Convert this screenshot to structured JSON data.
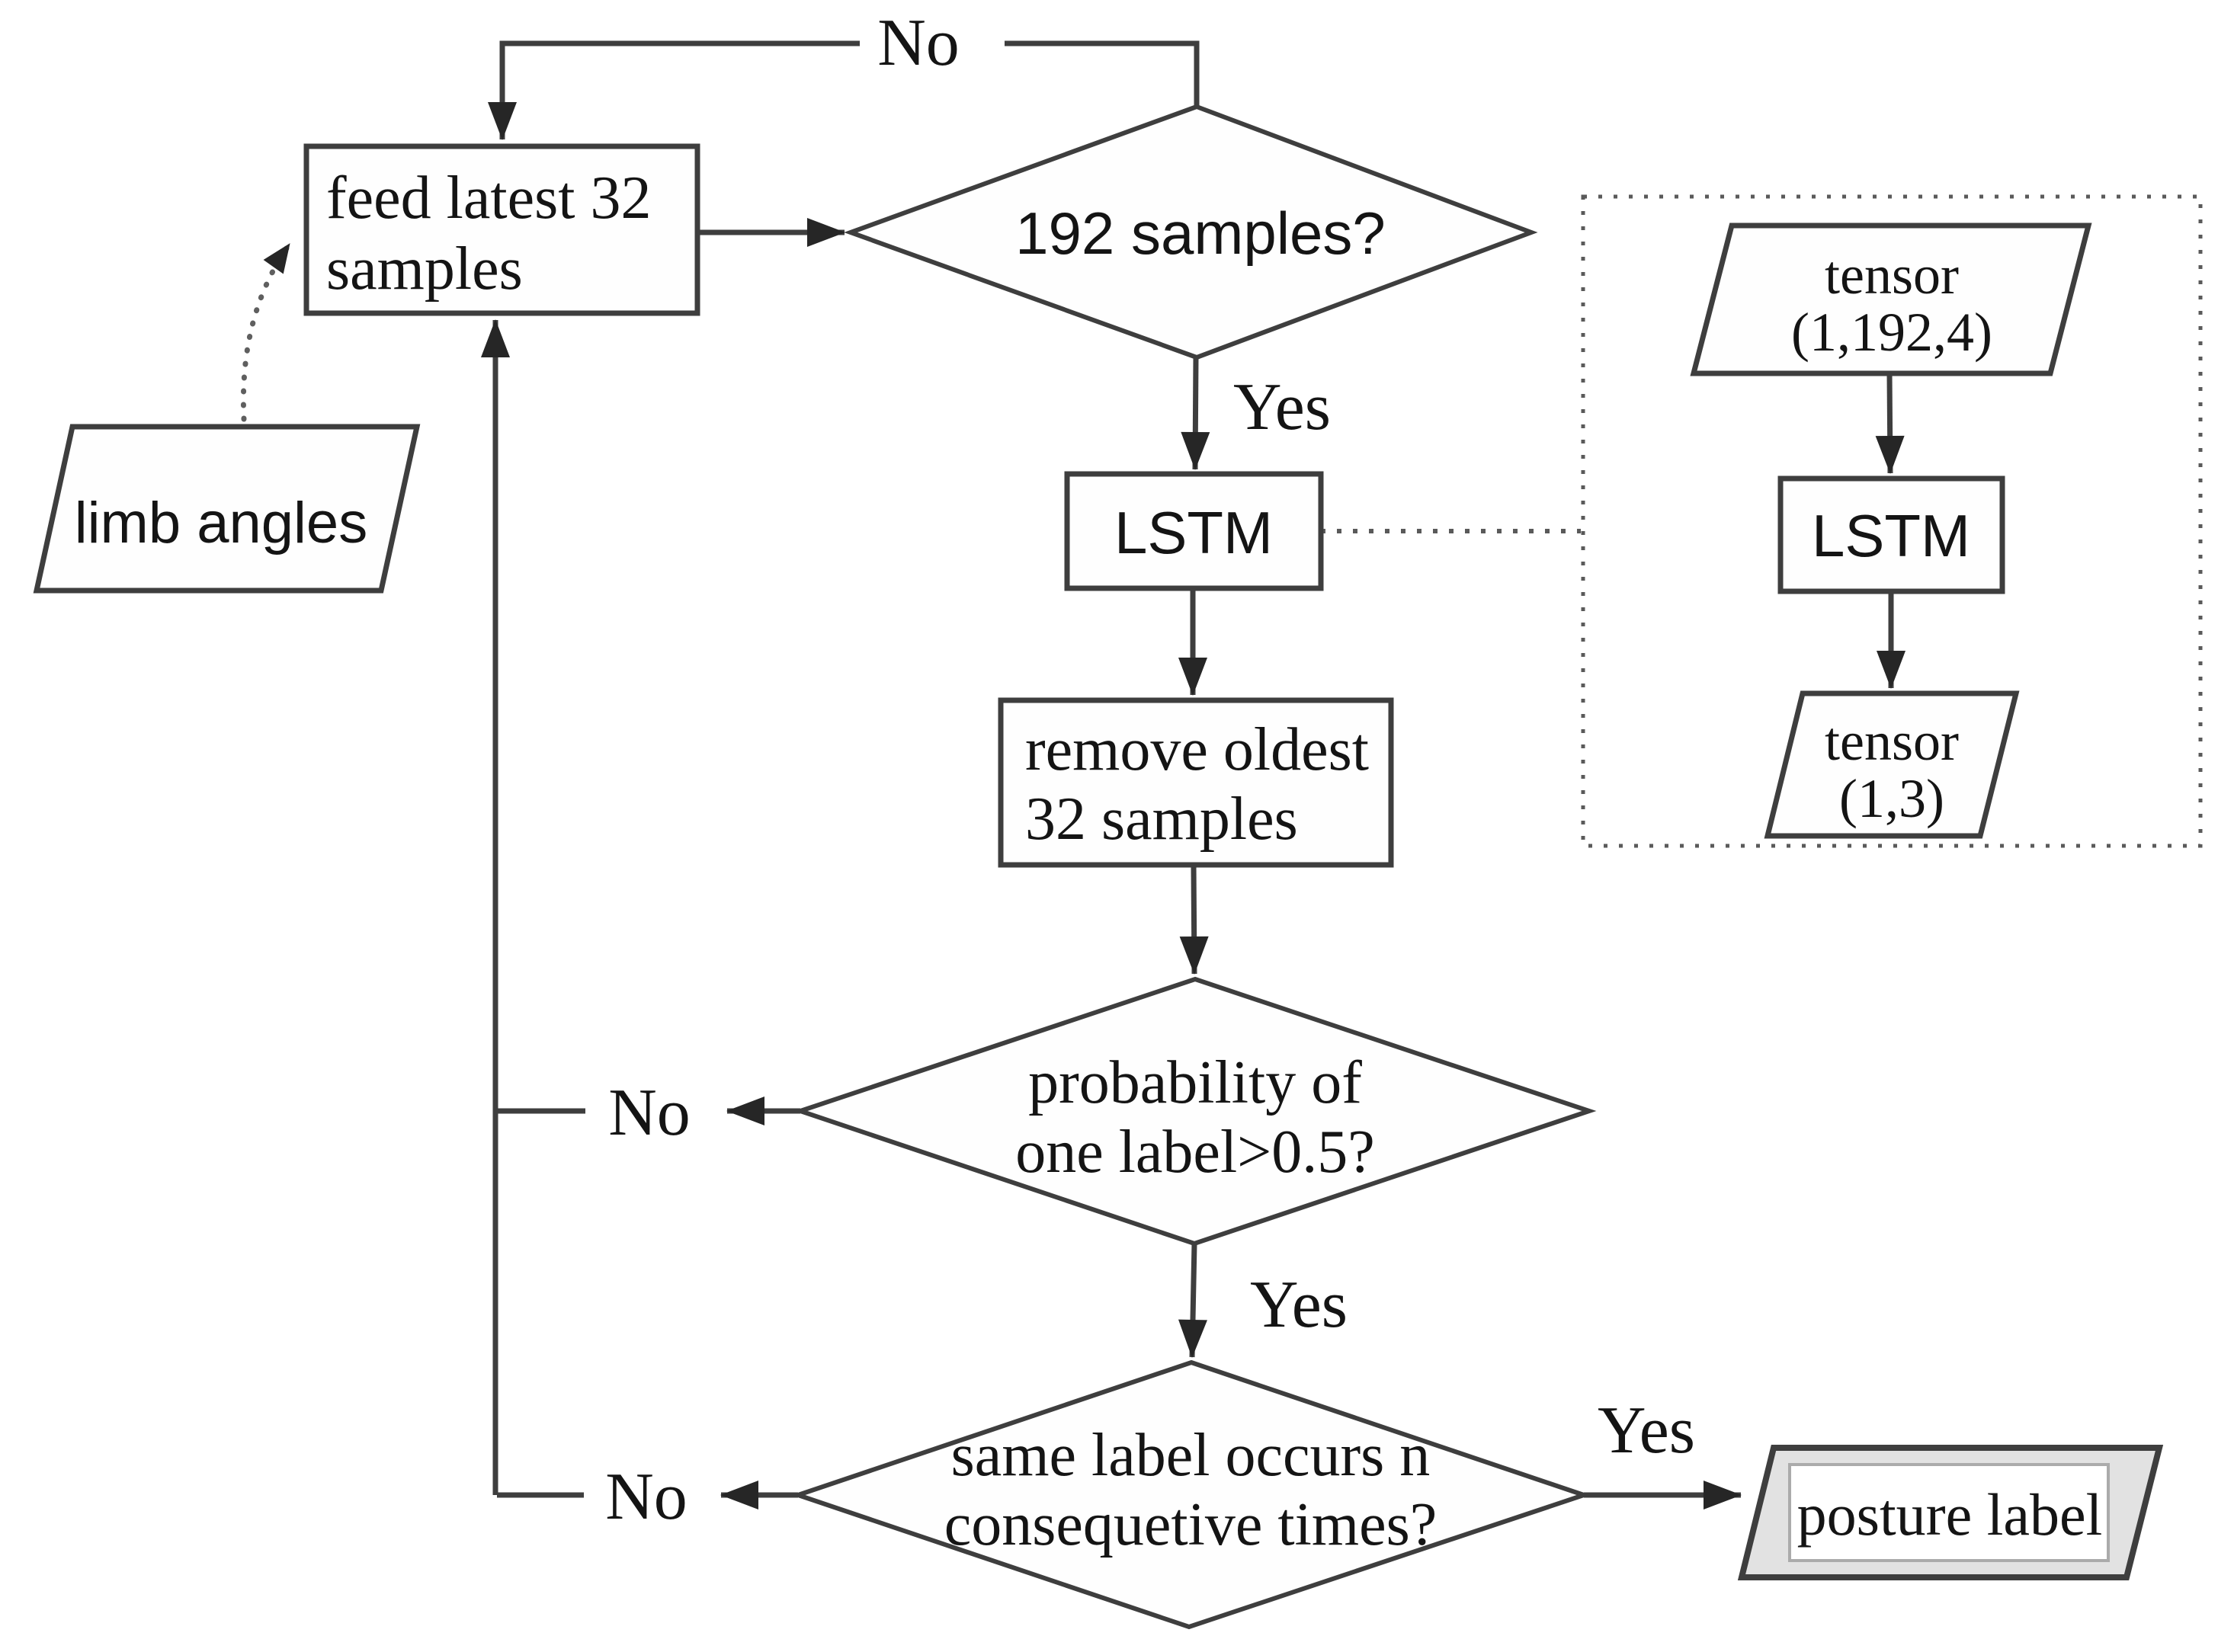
{
  "diagram": {
    "colors": {
      "background": "#ffffff",
      "line": "#3e3e3e",
      "dotted_line": "#5a5a5a",
      "text": "#141414",
      "shape_fill": "#fefefe",
      "posture_outer_fill": "#e2e2e2"
    },
    "nodes": {
      "feed_latest": {
        "line1": "feed latest 32",
        "line2": "samples"
      },
      "limb_angles": {
        "label": "limb angles"
      },
      "samples_192": {
        "label": "192 samples?"
      },
      "lstm_main": {
        "label": "LSTM"
      },
      "remove_oldest": {
        "line1": "remove oldest",
        "line2": "32 samples"
      },
      "probability": {
        "line1": "probability of",
        "line2": "one label>0.5?"
      },
      "same_label": {
        "line1": "same label occurs n",
        "line2": "consequetive times?"
      },
      "posture_label": {
        "label": "posture label"
      },
      "tensor_input": {
        "line1": "tensor",
        "line2": "(1,192,4)"
      },
      "lstm_detail": {
        "label": "LSTM"
      },
      "tensor_output": {
        "line1": "tensor",
        "line2": "(1,3)"
      }
    },
    "edge_labels": {
      "no_192": "No",
      "yes_192": "Yes",
      "no_probability": "No",
      "yes_probability": "Yes",
      "no_same_label": "No",
      "yes_same_label": "Yes"
    }
  }
}
